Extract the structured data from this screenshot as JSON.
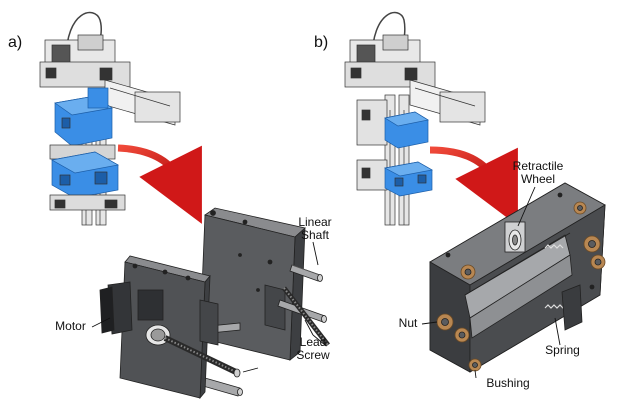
{
  "panel_a": {
    "label": "a)",
    "callouts": {
      "linear_shaft": "Linear\nShaft",
      "motor": "Motor",
      "lead_screw": "Lead\nScrew"
    }
  },
  "panel_b": {
    "label": "b)",
    "callouts": {
      "retractile_wheel": "Retractile\nWheel",
      "nut": "Nut",
      "spring": "Spring",
      "bushing": "Bushing"
    }
  },
  "colors": {
    "highlight_blue": "#3a8ee6",
    "arrow_red": "#d01818",
    "body_dark": "#505255",
    "body_mid": "#74767a",
    "bushing_bronze": "#b88752"
  }
}
